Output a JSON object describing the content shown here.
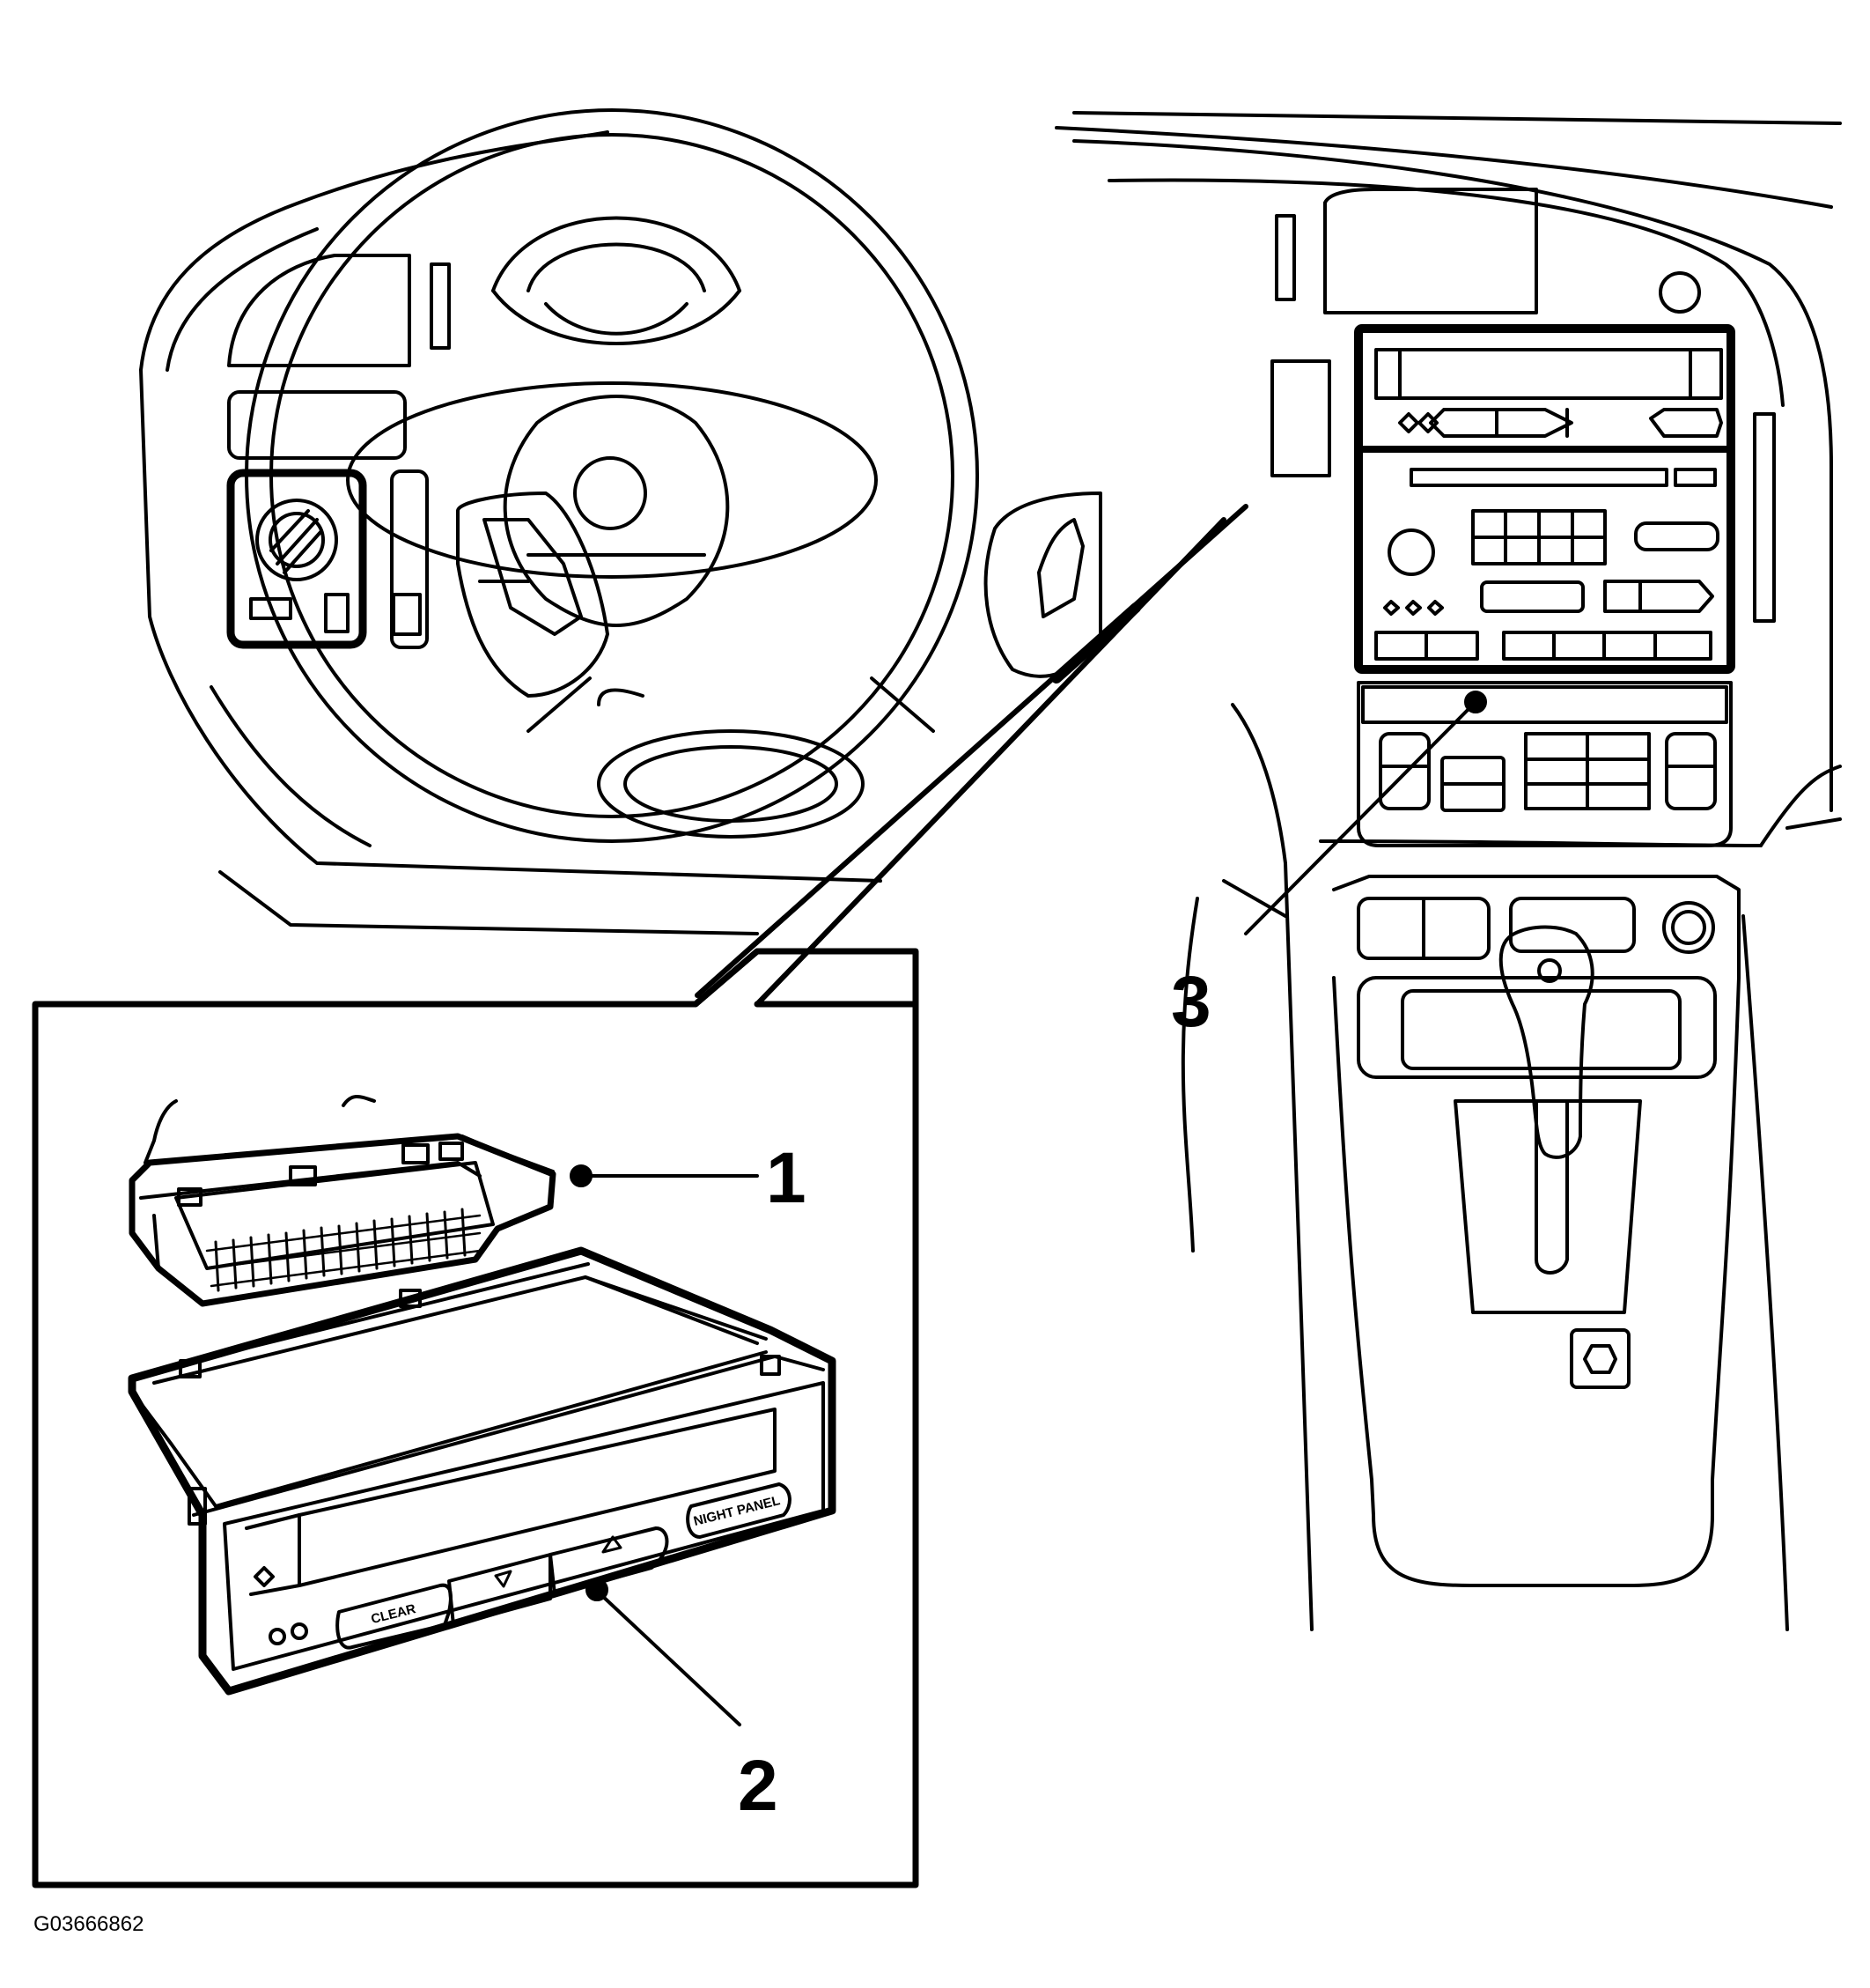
{
  "callouts": {
    "one": "1",
    "two": "2",
    "three": "3"
  },
  "figure_id": "G03666862",
  "display_buttons": {
    "clear": "CLEAR",
    "night_panel": "NIGHT PANEL"
  },
  "icons": {
    "down": "down-triangle-icon",
    "up": "up-triangle-icon"
  },
  "colors": {
    "line": "#000000",
    "background": "#ffffff"
  }
}
